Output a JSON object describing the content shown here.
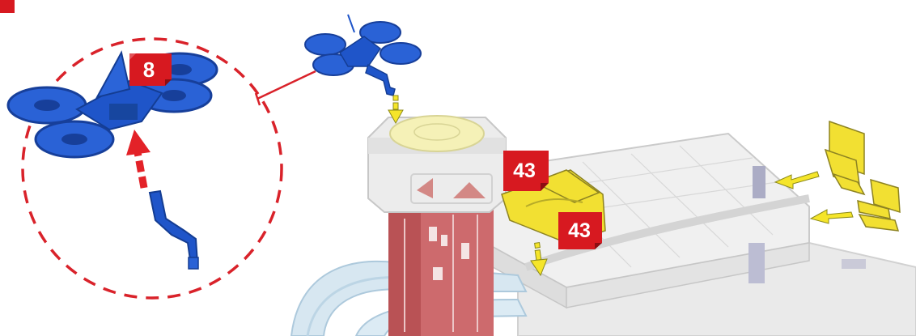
{
  "instruction_step": {
    "callouts": {
      "drone_attach": "8",
      "yellow_part_top": "43",
      "yellow_part_bottom": "43"
    }
  },
  "colors": {
    "callout_red": "#d71920",
    "callout_corner": "#8c0d12",
    "accent_dashed_circle": "#d9222a",
    "drone_blue": "#1f55c9",
    "part_yellow": "#f2e032",
    "arrow_yellow": "#f5e52a",
    "tower_red": "#c9585a",
    "ghost_gray": "#ececec",
    "track_blue": "#cfe3ef"
  }
}
